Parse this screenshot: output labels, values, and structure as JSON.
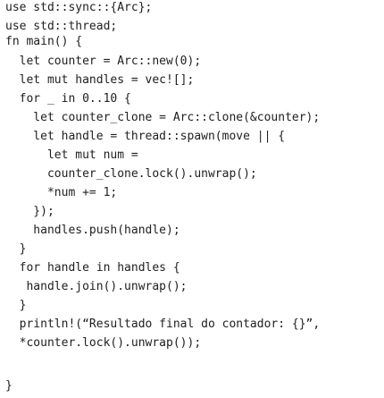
{
  "code": {
    "lines": [
      "use std::sync::{Arc};",
      "use std::thread;",
      "",
      "fn main() {",
      "  let counter = Arc::new(0);",
      "  let mut handles = vec![];",
      "  for _ in 0..10 {",
      "    let counter_clone = Arc::clone(&counter);",
      "    let handle = thread::spawn(move || {",
      "      let mut num =",
      "      counter_clone.lock().unwrap();",
      "      *num += 1;",
      "    });",
      "    handles.push(handle);",
      "  }",
      "  for handle in handles {",
      "   handle.join().unwrap();",
      "  }",
      "  println!(“Resultado final do contador: {}”,",
      "  *counter.lock().unwrap());",
      "}"
    ]
  }
}
